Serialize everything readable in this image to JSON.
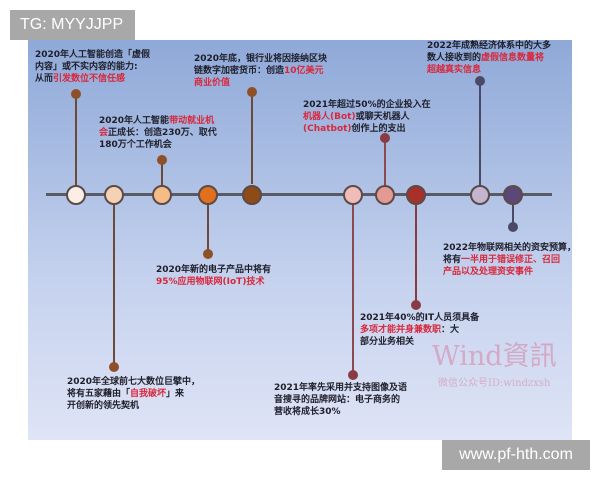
{
  "overlay_tags": {
    "top_left": "TG: MYYJJPP",
    "bottom_right": "www.pf-hth.com"
  },
  "watermark": {
    "title": "Wind資訊",
    "subtitle": "微信公众号ID:windzxsh"
  },
  "timeline": {
    "nodes": [
      {
        "id": 1,
        "fill": "#fbeee6",
        "side": "up"
      },
      {
        "id": 2,
        "fill": "#f6d2b4",
        "side": "down"
      },
      {
        "id": 3,
        "fill": "#f5bc88",
        "side": "up"
      },
      {
        "id": 4,
        "fill": "#e0701e",
        "side": "down"
      },
      {
        "id": 5,
        "fill": "#8e4a17",
        "side": "up"
      },
      {
        "id": 6,
        "fill": "#f0bcb8",
        "side": "down"
      },
      {
        "id": 7,
        "fill": "#e49a92",
        "side": "up"
      },
      {
        "id": 8,
        "fill": "#a8302a",
        "side": "down"
      },
      {
        "id": 9,
        "fill": "#c3b4cf",
        "side": "up"
      },
      {
        "id": 10,
        "fill": "#5b4878",
        "side": "down"
      }
    ],
    "events": [
      {
        "line1": "2020年人工智能创造「虚假",
        "line2": "内容」或不实内容的能力:",
        "line3_pre": "从而",
        "line3_hl": "引发数位不信任感",
        "line3_post": ""
      },
      {
        "line1_pre": "2020年人工智能",
        "line1_hl": "带动就业机",
        "line2_hl": "会",
        "line2_post": "正成长：创造230万、取代",
        "line3": "180万个工作机会"
      },
      {
        "line1": "2020年底，银行业将因接纳区块",
        "line2_pre": "链数字加密货币：创造",
        "line2_hl": "10亿美元",
        "line3_hl": "商业价值"
      },
      {
        "line1": "2020年新的电子产品中将有",
        "line2_hl": "95%应用物联网(IoT)技术"
      },
      {
        "line1": "2020年全球前七大数位巨擘中，",
        "line2_pre": "将有五家藉由「",
        "line2_hl": "自我破坏",
        "line2_post": "」来",
        "line3": "开创新的领先契机"
      },
      {
        "line1": "2021年超过50%的企业投入在",
        "line2_hl": "机器人(Bot)",
        "line2_post": "或聊天机器人",
        "line3_hl": "(Chatbot)",
        "line3_post": "创作上的支出"
      },
      {
        "line1": "2021年40%的IT人员须具备",
        "line2_hl": "多项才能并身兼数职",
        "line2_post": "：大",
        "line3": "部分业务相关"
      },
      {
        "line1": "2021年率先采用并支持图像及语",
        "line2": "音搜寻的品牌网站：电子商务的",
        "line3": "营收将成长30%"
      },
      {
        "line1": "2022年成熟经济体系中的大多",
        "line2_pre": "数人接收到的",
        "line2_hl": "虚假信息数量将",
        "line3_hl": "超越真实信息"
      },
      {
        "line1": "2022年物联网相关的资安预算，",
        "line2_pre": "将有",
        "line2_hl": "一半用于错误修正、召回",
        "line3_hl": "产品以及处理资安事件"
      }
    ]
  },
  "colors": {
    "background_top": "#8fa9d8",
    "background_bottom": "#dfe4f6",
    "axis": "#5a5a66",
    "highlight_text": "#d8283c",
    "body_text": "#1e1e2a",
    "tag_bg": "#a8a8a8"
  }
}
